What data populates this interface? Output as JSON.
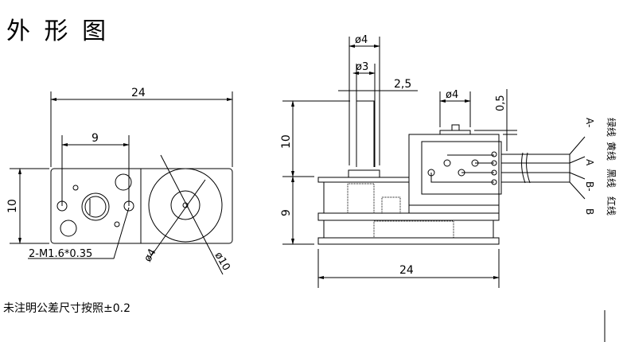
{
  "title": "外 形 图",
  "note": "未注明公差尺寸按照±0.2",
  "front_view": {
    "width_dim": "24",
    "hole_spacing_dim": "9",
    "height_dim": "10",
    "thread_label": "2-M1.6*0.35",
    "inner_diameter": "ø4",
    "outer_diameter": "ø10"
  },
  "side_view": {
    "shaft_outer_dia": "ø4",
    "shaft_inner_dia": "ø3",
    "shaft_flat": "2,5",
    "shaft_length": "10",
    "body_height": "9",
    "boss_dia": "ø4",
    "boss_height": "0,5",
    "width_dim": "24"
  },
  "wires": [
    {
      "phase": "A-",
      "color_label": "绿线"
    },
    {
      "phase": "A",
      "color_label": "黄线"
    },
    {
      "phase": "B-",
      "color_label": "黑线"
    },
    {
      "phase": "B",
      "color_label": "红线"
    }
  ]
}
